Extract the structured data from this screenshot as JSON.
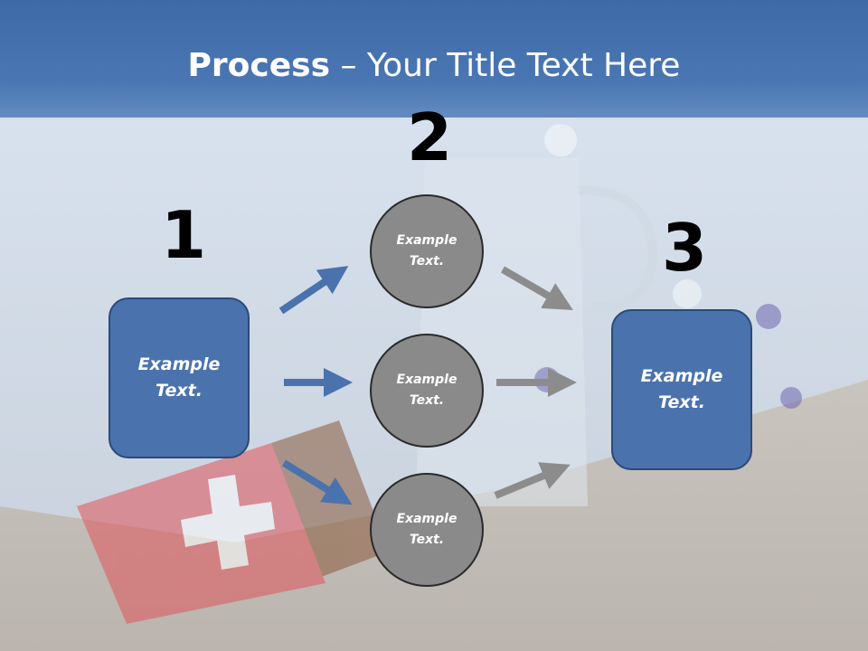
{
  "title": {
    "bold": "Process",
    "rest": " – Your Title Text Here"
  },
  "steps": {
    "n1": "1",
    "n2": "2",
    "n3": "3"
  },
  "box1": {
    "label": "Example\nText."
  },
  "box3": {
    "label": "Example\nText."
  },
  "circles": [
    {
      "label": "Example\nText."
    },
    {
      "label": "Example\nText."
    },
    {
      "label": "Example\nText."
    }
  ],
  "colors": {
    "blue_arrow": "#4a72ad",
    "gray_arrow": "#8c8c8c",
    "box": "#4a72ad",
    "circle": "#8a8a8a"
  }
}
